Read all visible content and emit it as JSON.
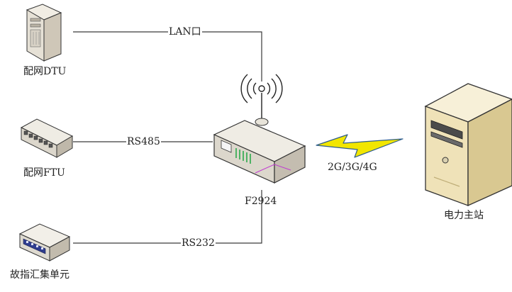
{
  "devices": {
    "dtu_label": "配网DTU",
    "ftu_label": "配网FTU",
    "fault_unit_label": "故指汇集单元",
    "gateway_label": "F2924",
    "master_label": "电力主站"
  },
  "links": {
    "lan_label": "LAN口",
    "rs485_label": "RS485",
    "rs232_label": "RS232",
    "wireless_label": "2G/3G/4G"
  },
  "icons": {
    "dtu": "tower-server-icon",
    "ftu": "switch-box-icon",
    "fault_unit": "collector-box-icon",
    "gateway": "router-icon",
    "antenna": "antenna-icon",
    "wireless": "lightning-bolt-icon",
    "master": "pc-tower-icon"
  },
  "colors": {
    "line": "#3a3a3a",
    "bolt": "#f2e600",
    "bolt_edge": "#2e5d8c",
    "device_body": "#e8e4da",
    "device_edge": "#333333",
    "master_body": "#efe2b8"
  }
}
